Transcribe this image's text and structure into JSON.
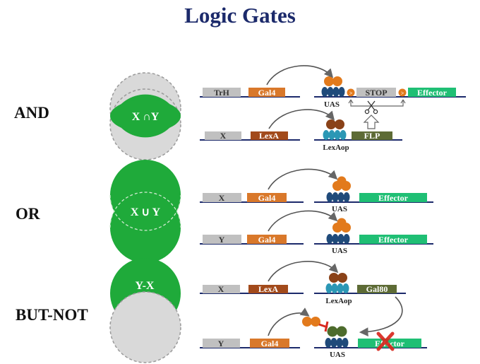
{
  "title": "Logic Gates",
  "gates": [
    {
      "name": "AND",
      "set_label": "X ∩Y",
      "rows": [
        {
          "boxes": [
            "TrH",
            "Gal4"
          ],
          "site": "UAS",
          "targets": [
            "STOP",
            "Effector"
          ]
        },
        {
          "boxes": [
            "X",
            "LexA"
          ],
          "site": "LexAop",
          "targets": [
            "FLP"
          ]
        }
      ]
    },
    {
      "name": "OR",
      "set_label": "X ∪ Y",
      "rows": [
        {
          "boxes": [
            "X",
            "Gal4"
          ],
          "site": "UAS",
          "targets": [
            "Effector"
          ]
        },
        {
          "boxes": [
            "Y",
            "Gal4"
          ],
          "site": "UAS",
          "targets": [
            "Effector"
          ]
        }
      ]
    },
    {
      "name": "BUT-NOT",
      "set_label": "Y-X",
      "rows": [
        {
          "boxes": [
            "X",
            "LexA"
          ],
          "site": "LexAop",
          "targets": [
            "Gal80"
          ]
        },
        {
          "boxes": [
            "Y",
            "Gal4"
          ],
          "site": "UAS",
          "targets": [
            "Effector"
          ]
        }
      ]
    }
  ],
  "colors": {
    "title": "#1c2a6b",
    "venn_green": "#1faa3a",
    "venn_gray": "#d9d9d9",
    "gal4": "#d9782a",
    "lexa": "#a24a1b",
    "effector": "#1fbf74",
    "flp": "#5d6b35",
    "gal80": "#5d6b35",
    "driver_box": "#c0c0c0",
    "dna_line": "#1c2a6b",
    "uas_dots": "#1f4a7a",
    "lexaop_dots": "#2b97b5",
    "red_cross": "#d8281e"
  },
  "icons": [
    "scissors-icon",
    "open-arrow-icon",
    "block-inhibition-icon",
    "red-x-icon"
  ]
}
